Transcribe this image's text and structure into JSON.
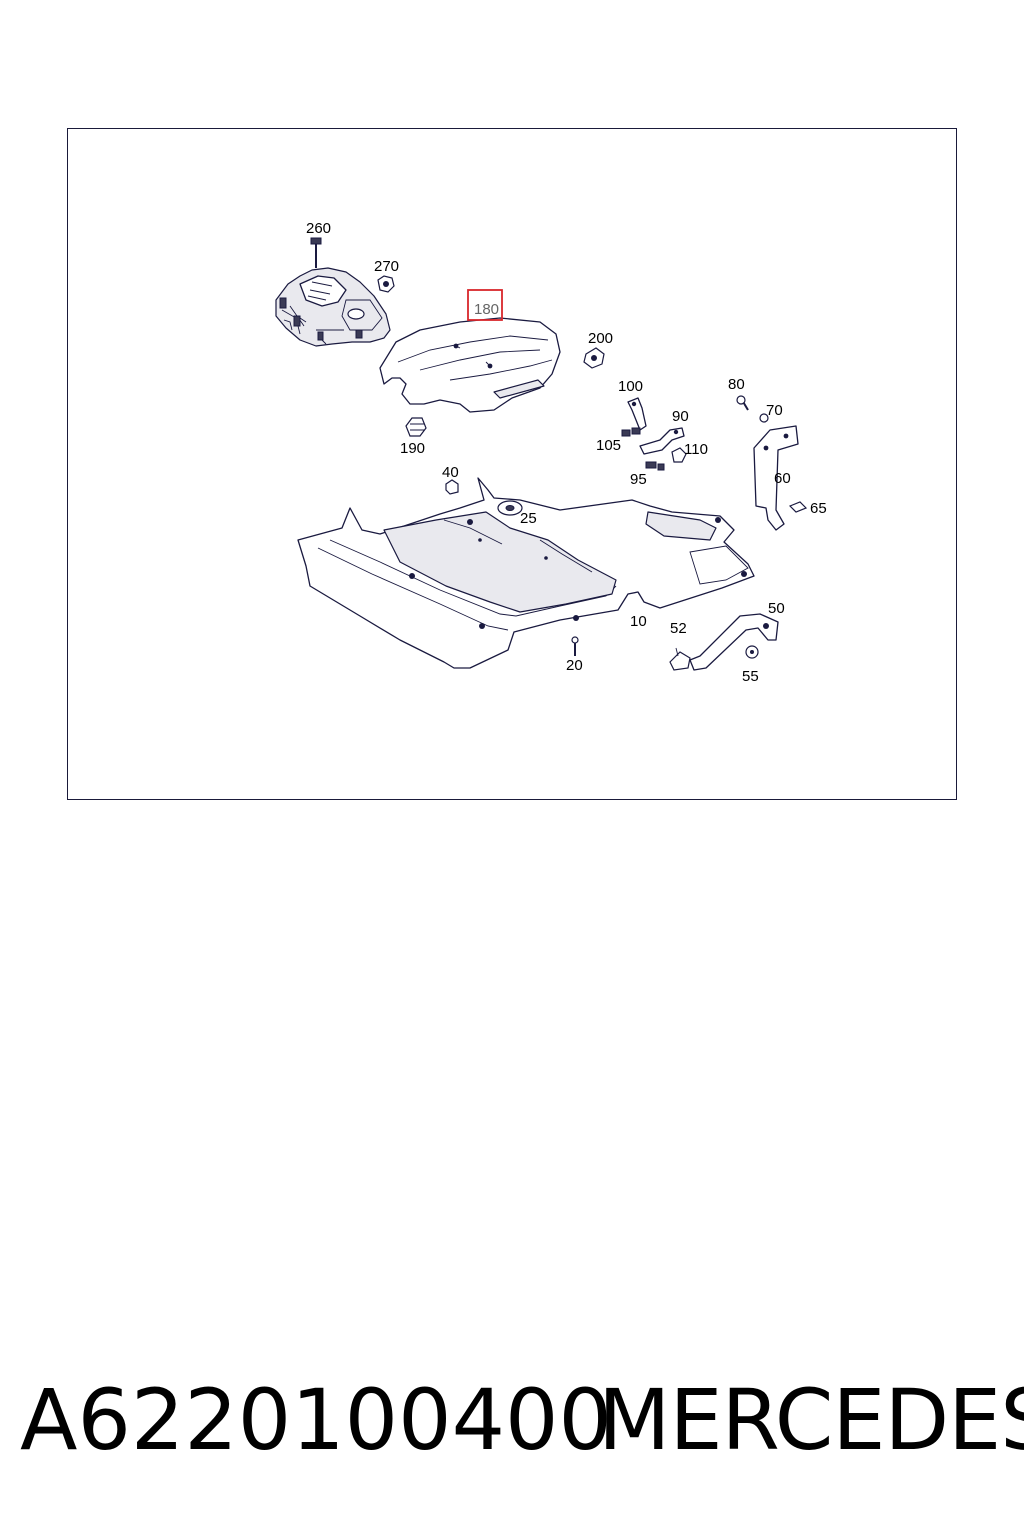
{
  "diagram": {
    "callouts": [
      {
        "id": "c260",
        "label": "260"
      },
      {
        "id": "c270",
        "label": "270"
      },
      {
        "id": "c180",
        "label": "180",
        "highlighted": true
      },
      {
        "id": "c200",
        "label": "200"
      },
      {
        "id": "c190",
        "label": "190"
      },
      {
        "id": "c100",
        "label": "100"
      },
      {
        "id": "c80",
        "label": "80"
      },
      {
        "id": "c70",
        "label": "70"
      },
      {
        "id": "c90",
        "label": "90"
      },
      {
        "id": "c105",
        "label": "105"
      },
      {
        "id": "c110",
        "label": "110"
      },
      {
        "id": "c95",
        "label": "95"
      },
      {
        "id": "c60",
        "label": "60"
      },
      {
        "id": "c40",
        "label": "40"
      },
      {
        "id": "c25",
        "label": "25"
      },
      {
        "id": "c65",
        "label": "65"
      },
      {
        "id": "c50",
        "label": "50"
      },
      {
        "id": "c10",
        "label": "10"
      },
      {
        "id": "c52",
        "label": "52"
      },
      {
        "id": "c20",
        "label": "20"
      },
      {
        "id": "c55",
        "label": "55"
      }
    ],
    "highlight_color": "#d9262b"
  },
  "caption": {
    "part_number": "A6220100400",
    "brand": "MERCEDES"
  }
}
